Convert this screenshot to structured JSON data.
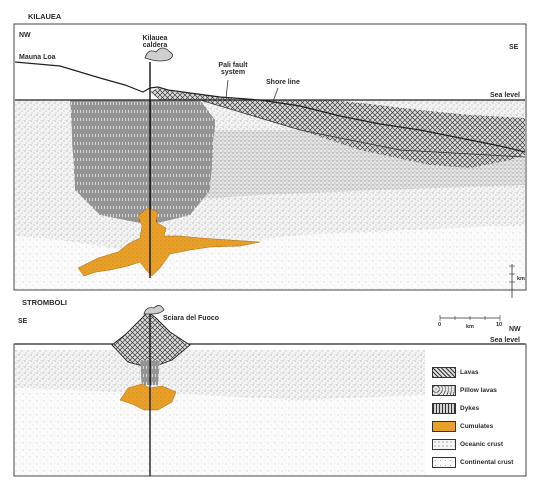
{
  "kilauea": {
    "title": "KILAUEA",
    "dir_left": "NW",
    "dir_right": "SE",
    "label_mauna_loa": "Mauna Loa",
    "label_caldera": "Kilauea caldera",
    "label_fault": "Pali fault system",
    "label_shore": "Shore line",
    "label_sea_level": "Sea level"
  },
  "stromboli": {
    "title": "STROMBOLI",
    "dir_left": "SE",
    "dir_right": "NW",
    "label_sciara": "Sciara del Fuoco",
    "label_sea_level": "Sea level"
  },
  "scale": {
    "h_left": "0",
    "h_right": "10",
    "h_unit": "km",
    "v_unit": "km"
  },
  "legend": [
    {
      "label": "Lavas",
      "pattern": "lavas"
    },
    {
      "label": "Pillow lavas",
      "pattern": "pillow"
    },
    {
      "label": "Dykes",
      "pattern": "dykes"
    },
    {
      "label": "Cumulates",
      "pattern": "cumulates"
    },
    {
      "label": "Oceanic crust",
      "pattern": "oceanic"
    },
    {
      "label": "Continental crust",
      "pattern": "continental"
    }
  ],
  "colors": {
    "cumulates": "#e8a028",
    "ink": "#2a2a2a"
  }
}
